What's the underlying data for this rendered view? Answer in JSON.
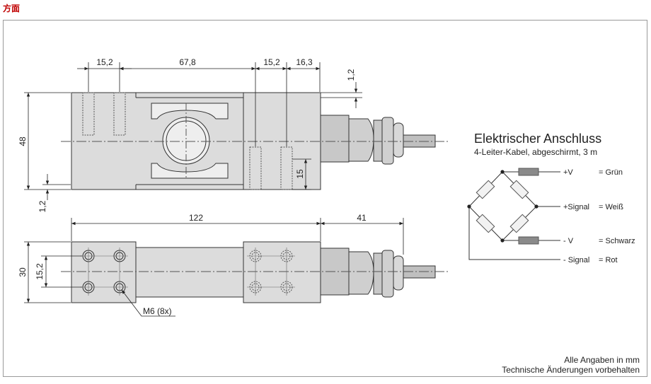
{
  "header": {
    "title": "方面"
  },
  "dimensions": {
    "d15_2_top_left": "15,2",
    "d67_8": "67,8",
    "d15_2_top_right": "15,2",
    "d16_3": "16,3",
    "d1_2_top": "1,2",
    "d48": "48",
    "d15_side": "15",
    "d1_2_bottom": "1,2",
    "d122": "122",
    "d41": "41",
    "d30": "30",
    "d15_2_plan": "15,2",
    "thread": "M6 (8x)"
  },
  "connection": {
    "title": "Elektrischer Anschluss",
    "subtitle": "4-Leiter-Kabel, abgeschirmt, 3 m",
    "wires": [
      {
        "signal": "+V",
        "color_name": "= Grün"
      },
      {
        "signal": "+Signal",
        "color_name": "= Weiß"
      },
      {
        "signal": "- V",
        "color_name": "= Schwarz"
      },
      {
        "signal": "- Signal",
        "color_name": "= Rot"
      }
    ]
  },
  "footer": {
    "line1": "Alle Angaben in mm",
    "line2": "Technische Änderungen vorbehalten"
  },
  "colors": {
    "body_fill": "#dcdcdc",
    "line": "#333333",
    "resistor": "#8a8a8a",
    "title_red": "#c00000"
  }
}
